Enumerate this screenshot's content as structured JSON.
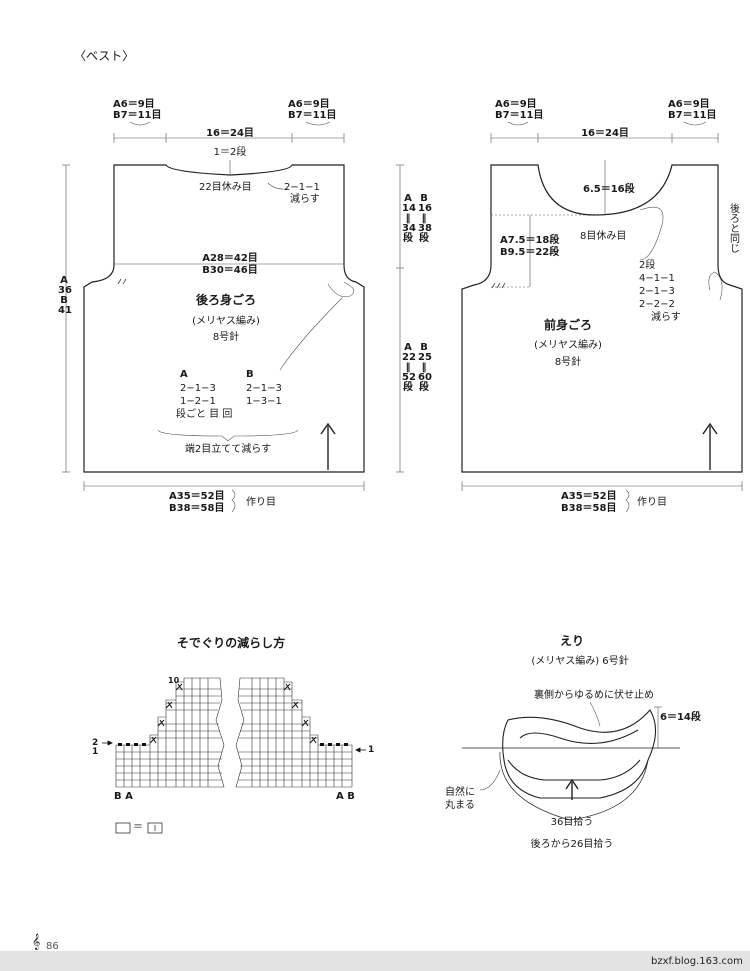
{
  "title": "〈ベスト〉",
  "back": {
    "top_left": [
      "A6＝9目",
      "B7＝11目"
    ],
    "top_right": [
      "A6＝9目",
      "B7＝11目"
    ],
    "neck_width": "16＝24目",
    "neck_rows": "1＝2段",
    "neck_rest": "22目休み目",
    "neck_dec": [
      "2−1−1",
      "減らす"
    ],
    "bust": [
      "A28＝42目",
      "B30＝46目"
    ],
    "height_left": [
      "A",
      "36",
      "B",
      "41"
    ],
    "name": "後ろ身ごろ",
    "stitch": "(メリヤス編み)",
    "needle": "8号針",
    "dec_a_label": "A",
    "dec_a": [
      "2−1−3",
      "1−2−1"
    ],
    "dec_b_label": "B",
    "dec_b": [
      "2−1−3",
      "1−3−1"
    ],
    "dec_unit": "段ごと 目 回",
    "dec_note": "端2目立てて減らす",
    "bottom": [
      "A35＝52目",
      "B38＝58目"
    ],
    "cast_on": "作り目"
  },
  "middle": {
    "upper": {
      "labels": [
        "A",
        "B"
      ],
      "a": [
        "14",
        "‖",
        "34",
        "段"
      ],
      "b": [
        "16",
        "‖",
        "38",
        "段"
      ]
    },
    "lower": {
      "labels": [
        "A",
        "B"
      ],
      "a": [
        "22",
        "‖",
        "52",
        "段"
      ],
      "b": [
        "25",
        "‖",
        "60",
        "段"
      ]
    }
  },
  "front": {
    "top_left": [
      "A6＝9目",
      "B7＝11目"
    ],
    "top_right": [
      "A6＝9目",
      "B7＝11目"
    ],
    "neck_width": "16＝24目",
    "neck_depth": "6.5＝16段",
    "neck_rest": "8目休み目",
    "depth_rows": [
      "A7.5＝18段",
      "B9.5＝22段"
    ],
    "neck_dec": [
      "2段",
      "4−1−1",
      "2−1−3",
      "2−2−2",
      "減らす"
    ],
    "shoulder": "後ろと同じ",
    "name": "前身ごろ",
    "stitch": "(メリヤス編み)",
    "needle": "8号針",
    "bottom": [
      "A35＝52目",
      "B38＝58目"
    ],
    "cast_on": "作り目"
  },
  "armhole_chart": {
    "title": "そでぐりの減らし方",
    "row_10": "10",
    "row_2": "2",
    "row_1": "1",
    "left_label": "B A",
    "right_label": "A B",
    "legend": "□＝│"
  },
  "collar": {
    "title": "えり",
    "subtitle": "(メリヤス編み) 6号針",
    "bind_off": "裏側からゆるめに伏せ止め",
    "height": "6＝14段",
    "curl": [
      "自然に",
      "丸まる"
    ],
    "pickup_front": "36目拾う",
    "pickup_back": "後ろから26目拾う"
  },
  "page_number": "86",
  "watermark": "bzxf.blog.163.com"
}
